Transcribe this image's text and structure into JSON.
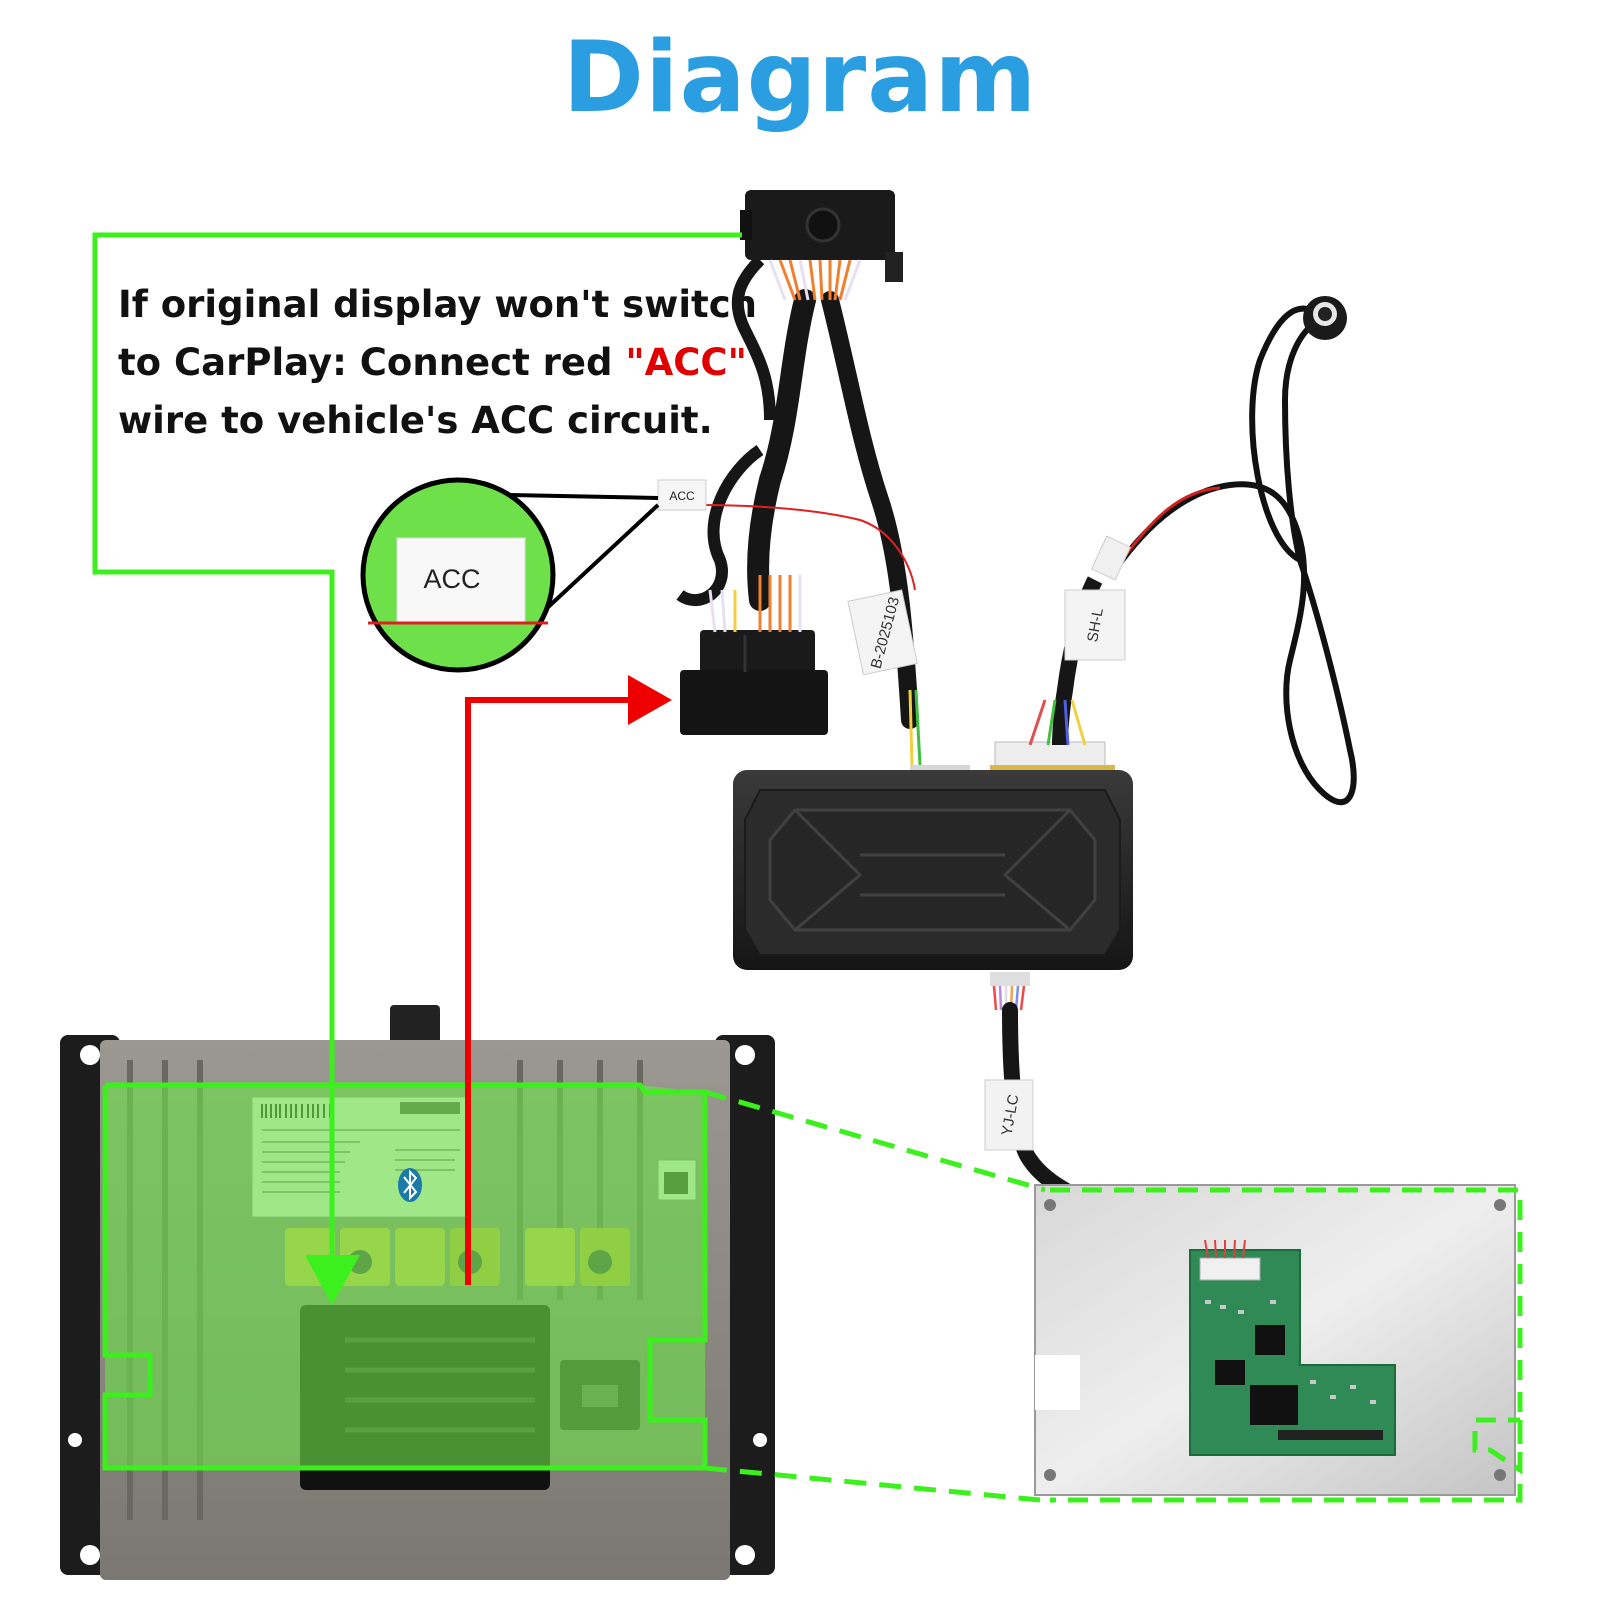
{
  "title": "Diagram",
  "note": {
    "line1": "If original display won't switch",
    "line2_prefix": "to CarPlay: Connect red ",
    "line2_highlight": "\"ACC\"",
    "line3": "wire to vehicle's ACC circuit."
  },
  "labels": {
    "acc_tag_small": "ACC",
    "acc_tag_zoom": "ACC",
    "harness_sleeve_1": "B-2025103",
    "harness_sleeve_2": "SH-L",
    "output_sleeve": "YJ-LC"
  },
  "colors": {
    "title": "#2a9ee0",
    "callout_green": "#3cf01e",
    "arrow_red": "#ee0000",
    "highlight_overlay": "#6ee04a",
    "acc_text_red": "#e00000"
  }
}
